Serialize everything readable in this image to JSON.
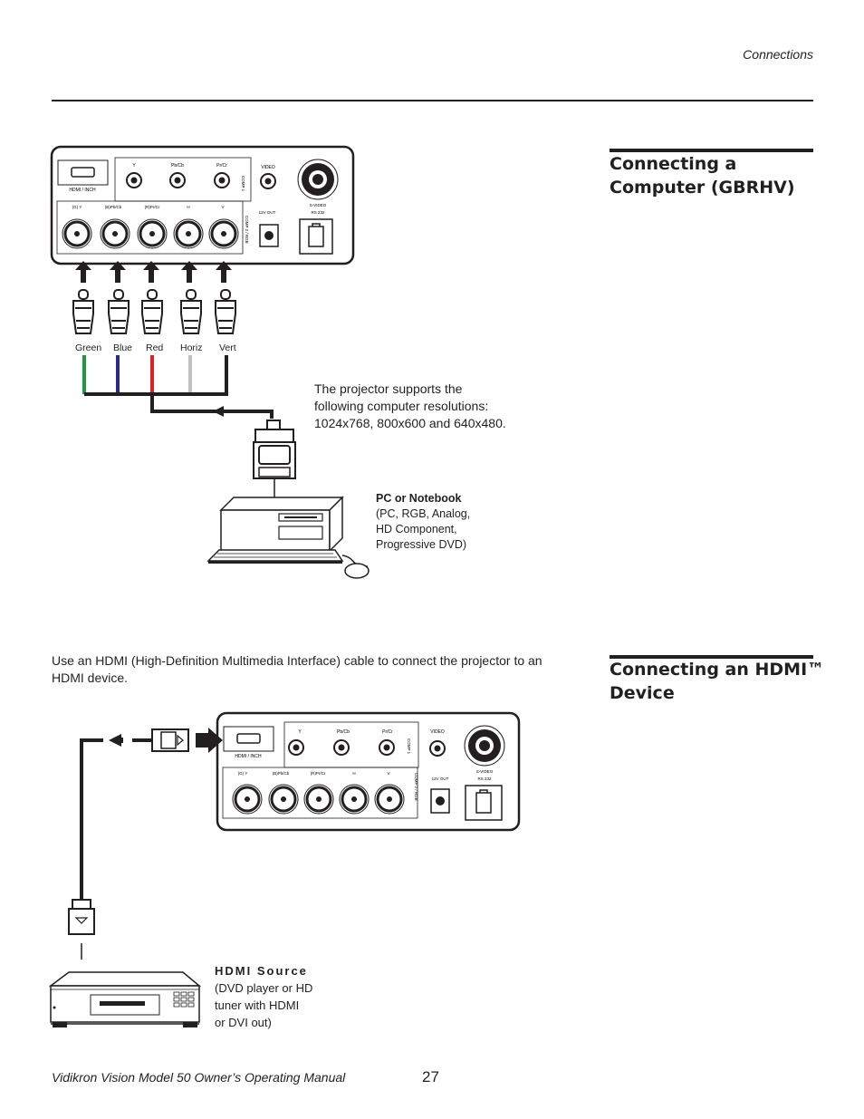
{
  "header": {
    "section_label": "Connections"
  },
  "section_gbrhv": {
    "title_line1": "Connecting a",
    "title_line2": "Computer (GBRHV)",
    "resolution_note": [
      "The projector supports the",
      "following computer resolutions:",
      "1024x768, 800x600 and 640x480."
    ],
    "cable_labels": {
      "green": "Green",
      "blue": "Blue",
      "red": "Red",
      "horiz": "Horiz",
      "vert": "Vert"
    },
    "source": {
      "name": "PC or Notebook",
      "details": [
        "(PC, RGB, Analog,",
        "HD Component,",
        "Progressive DVD)"
      ]
    }
  },
  "section_hdmi": {
    "title_line1": "Connecting an HDMI™",
    "title_line2": "Device",
    "intro": [
      "Use an HDMI (High-Definition Multimedia Interface) cable to connect the projector to an",
      "HDMI device."
    ],
    "source": {
      "name": "HDMI Source",
      "details": [
        "(DVD player or HD",
        "tuner with HDMI",
        "or DVI out)"
      ]
    }
  },
  "panel_labels": {
    "hdmi": "HDMI / INCH",
    "y": "Y",
    "pb_cb": "Pb/Cb",
    "pr_cr": "Pr/Cr",
    "comp1": "COMP 1",
    "video": "VIDEO",
    "g_y": "(G) Y",
    "b_pb": "(B)Pb/Cb",
    "r_pr": "(R)Pr/Cr",
    "h": "H",
    "v": "V",
    "comp2": "COMP 2 / RGB",
    "out_12v": "12V OUT",
    "svideo": "S-VIDEO",
    "rs232": "RS 232"
  },
  "colors": {
    "green": "#1a9a3a",
    "blue": "#2b2a8a",
    "red": "#d9232a",
    "horiz": "#bfbfbf",
    "ink": "#231f20"
  },
  "footer": {
    "manual_title": "Vidikron Vision Model 50 Owner’s Operating Manual",
    "page_number": "27"
  }
}
